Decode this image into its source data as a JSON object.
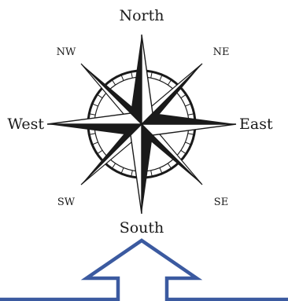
{
  "compass": {
    "north": "North",
    "south": "South",
    "east": "East",
    "west": "West",
    "northeast": "NE",
    "northwest": "NW",
    "southeast": "SE",
    "southwest": "SW"
  },
  "colors": {
    "ink": "#1a1a1a",
    "arrow_outline": "#3b5aa0"
  },
  "icons": {
    "rose": "compass-rose-icon",
    "arrow": "up-arrow-icon"
  }
}
